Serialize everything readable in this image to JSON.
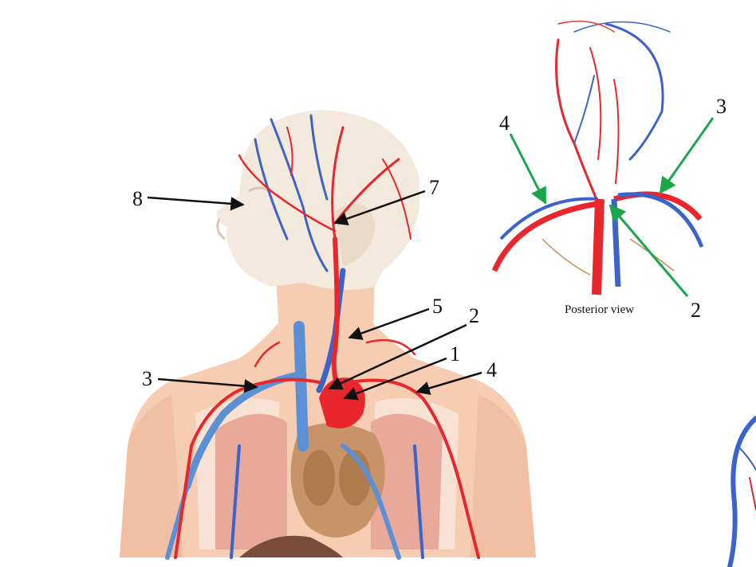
{
  "main_model": {
    "labels": [
      {
        "id": "1",
        "text": "1"
      },
      {
        "id": "2",
        "text": "2"
      },
      {
        "id": "3",
        "text": "3"
      },
      {
        "id": "4",
        "text": "4"
      },
      {
        "id": "5",
        "text": "5"
      },
      {
        "id": "7",
        "text": "7"
      },
      {
        "id": "8",
        "text": "8"
      }
    ]
  },
  "inset": {
    "caption": "Posterior view",
    "labels": [
      {
        "id": "2",
        "text": "2"
      },
      {
        "id": "3",
        "text": "3"
      },
      {
        "id": "4",
        "text": "4"
      }
    ]
  },
  "colors": {
    "artery": "#e8262b",
    "vein": "#3b63c9",
    "vein_light": "#5b8fd6",
    "skin": "#f6cdb3",
    "head": "#f3e9dc",
    "pointer": "#111111",
    "inset_pointer": "#1aa64a"
  }
}
